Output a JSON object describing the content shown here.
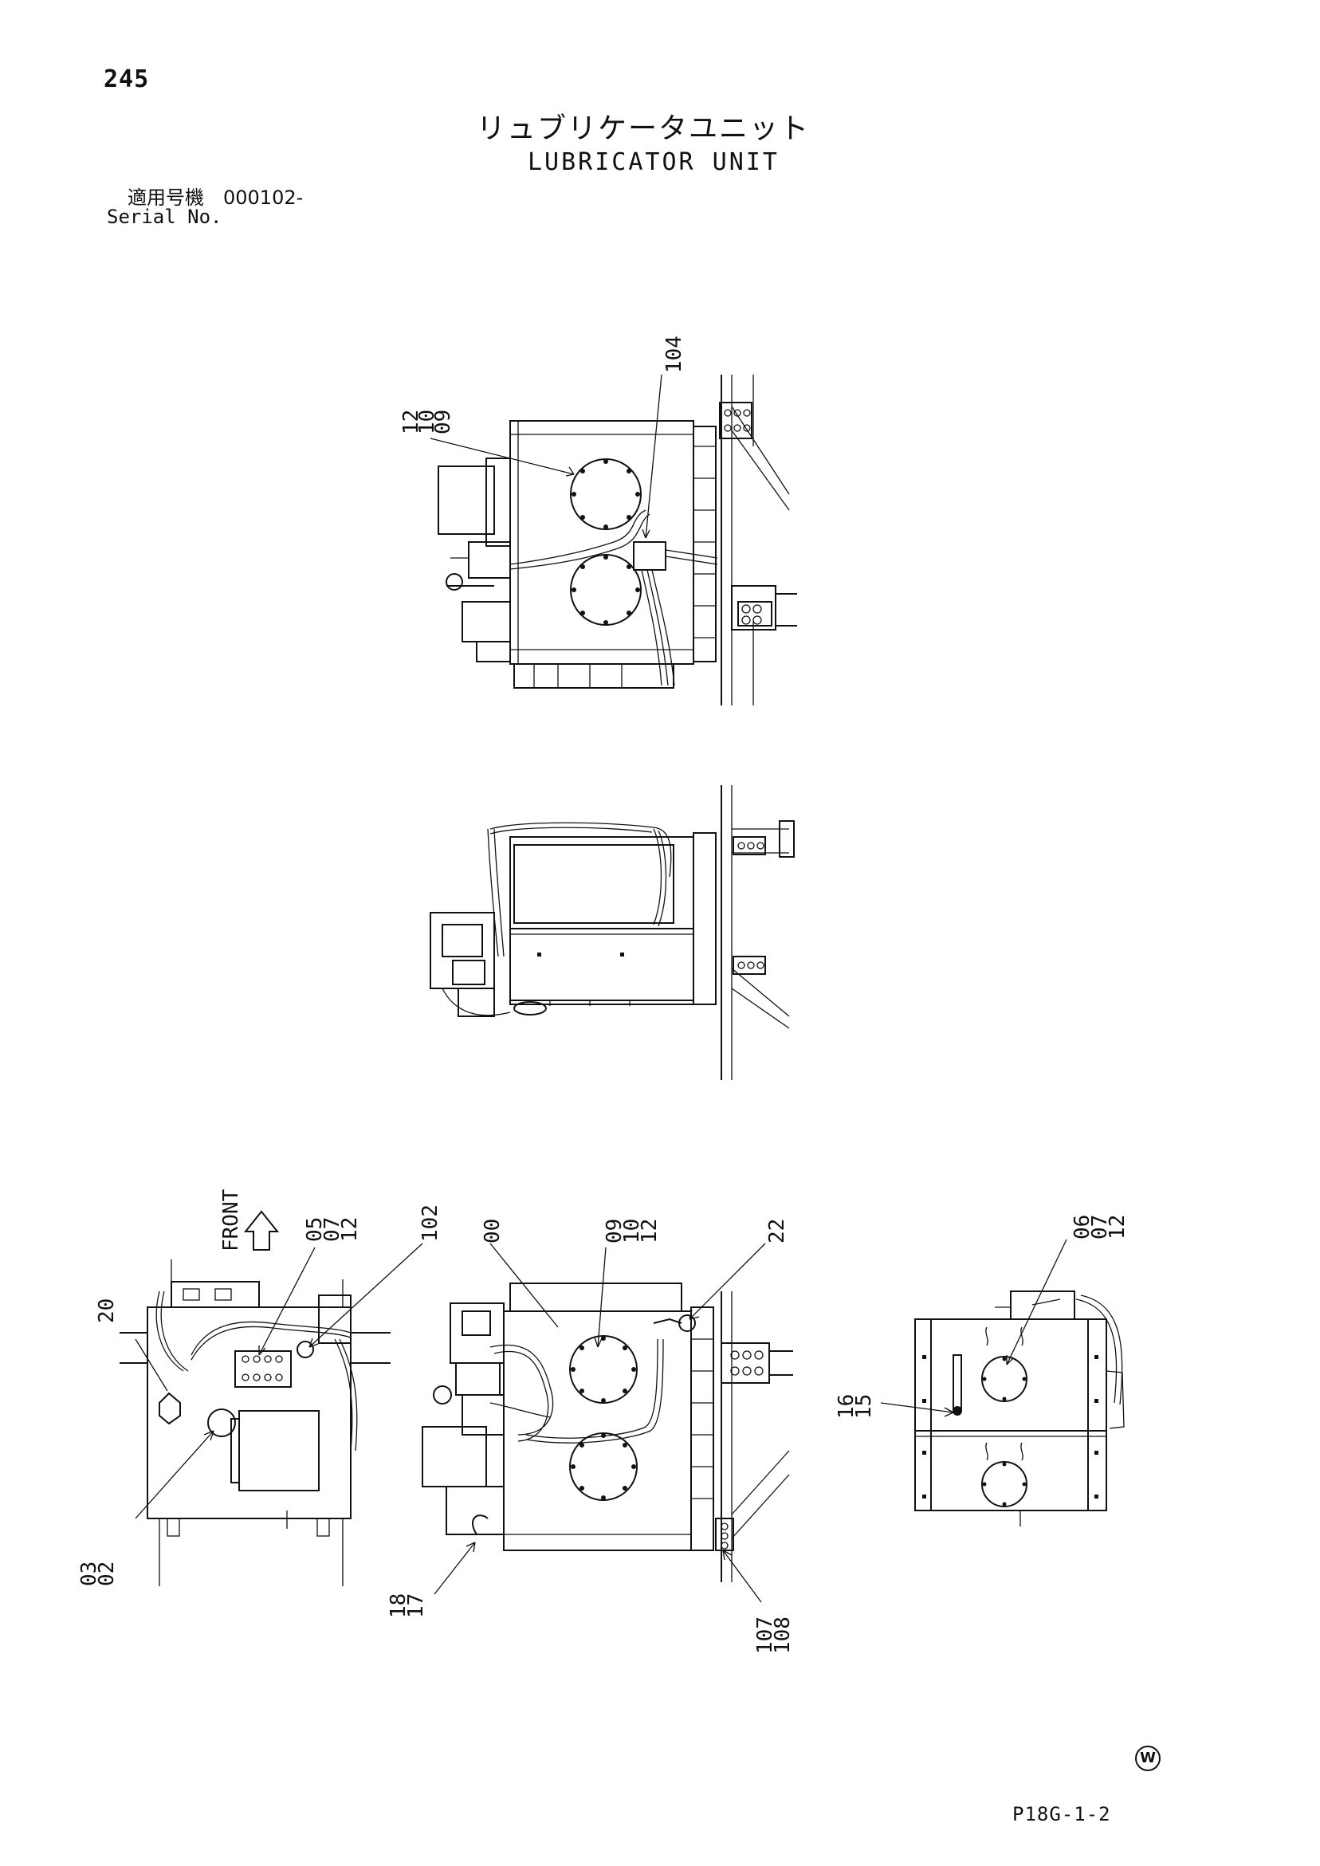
{
  "header": {
    "page_number": "245",
    "title_jp": "リュブリケータユニット",
    "title_en": "LUBRICATOR UNIT",
    "serial_jp": "適用号機　000102-",
    "serial_en": "Serial No."
  },
  "callouts": {
    "top_view": {
      "c1": "12",
      "c2": "10",
      "c3": "09",
      "c4": "104"
    },
    "front_text": "FRONT",
    "left_view": {
      "c1": "05",
      "c2": "07",
      "c3": "12",
      "c4": "102",
      "c5": "20",
      "c6": "03",
      "c7": "02"
    },
    "middle_view": {
      "c1": "00",
      "c2": "09",
      "c3": "10",
      "c4": "12",
      "c5": "22",
      "c6": "18",
      "c7": "17",
      "c8": "107",
      "c9": "108"
    },
    "right_view": {
      "c1": "06",
      "c2": "07",
      "c3": "12",
      "c4": "16",
      "c5": "15"
    }
  },
  "footer": {
    "mark": "W",
    "drawing_code": "P18G-1-2"
  }
}
